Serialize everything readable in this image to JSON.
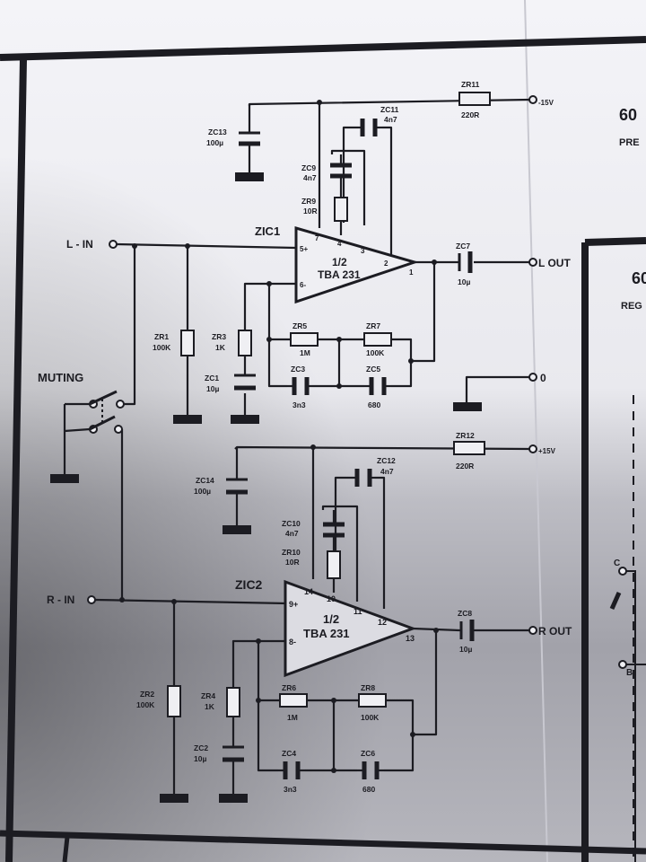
{
  "labels": {
    "l_in": "L - IN",
    "r_in": "R - IN",
    "muting": "MUTING",
    "l_out": "L OUT",
    "r_out": "R OUT",
    "zero": "0",
    "neg15": "-15V",
    "pos15": "+15V",
    "zic1": "ZIC1",
    "zic2": "ZIC2",
    "half1": "1/2",
    "half2": "1/2",
    "tba1": "TBA 231",
    "tba2": "TBA 231",
    "edge_a": "60",
    "edge_b": "PRE",
    "edge_c": "60",
    "edge_d": "REG",
    "edge_switch_c": "C",
    "edge_switch_b": "B"
  },
  "pins": {
    "u1": [
      "5+",
      "6-",
      "7",
      "4",
      "3",
      "2",
      "1"
    ],
    "u2": [
      "9+",
      "8-",
      "14",
      "10",
      "11",
      "12",
      "13"
    ]
  },
  "components": {
    "zc13": {
      "name": "ZC13",
      "value": "100µ"
    },
    "zr11": {
      "name": "ZR11",
      "value": "220R"
    },
    "zc11": {
      "name": "ZC11",
      "value": "4n7"
    },
    "zc9": {
      "name": "ZC9",
      "value": "4n7"
    },
    "zr9": {
      "name": "ZR9",
      "value": "10R"
    },
    "zc7": {
      "name": "ZC7",
      "value": "10µ"
    },
    "zr1": {
      "name": "ZR1",
      "value": "100K"
    },
    "zr3": {
      "name": "ZR3",
      "value": "1K"
    },
    "zc1": {
      "name": "ZC1",
      "value": "10µ"
    },
    "zr5": {
      "name": "ZR5",
      "value": "1M"
    },
    "zr7": {
      "name": "ZR7",
      "value": "100K"
    },
    "zc3": {
      "name": "ZC3",
      "value": "3n3"
    },
    "zc5": {
      "name": "ZC5",
      "value": "680"
    },
    "zc14": {
      "name": "ZC14",
      "value": "100µ"
    },
    "zr12": {
      "name": "ZR12",
      "value": "220R"
    },
    "zc12": {
      "name": "ZC12",
      "value": "4n7"
    },
    "zc10": {
      "name": "ZC10",
      "value": "4n7"
    },
    "zr10": {
      "name": "ZR10",
      "value": "10R"
    },
    "zc8": {
      "name": "ZC8",
      "value": "10µ"
    },
    "zr2": {
      "name": "ZR2",
      "value": "100K"
    },
    "zr4": {
      "name": "ZR4",
      "value": "1K"
    },
    "zc2": {
      "name": "ZC2",
      "value": "10µ"
    },
    "zr6": {
      "name": "ZR6",
      "value": "1M"
    },
    "zr8": {
      "name": "ZR8",
      "value": "100K"
    },
    "zc4": {
      "name": "ZC4",
      "value": "3n3"
    },
    "zc6": {
      "name": "ZC6",
      "value": "680"
    }
  },
  "colors": {
    "paper": "#efeff3",
    "ink": "#1c1c22",
    "shadow": "#7c7c84",
    "table": "#4a4a4e"
  }
}
